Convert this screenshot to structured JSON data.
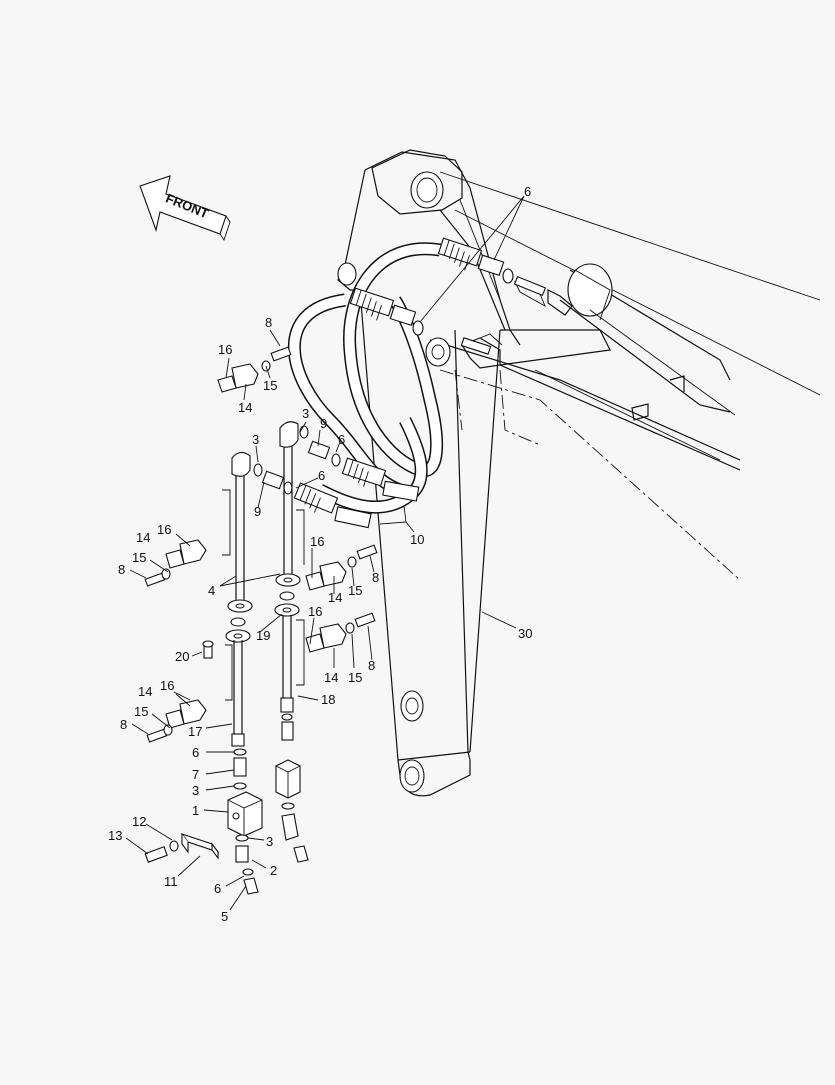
{
  "diagram": {
    "front_label": "FRONT",
    "callouts": [
      {
        "id": "c6a",
        "text": "6"
      },
      {
        "id": "c8a",
        "text": "8"
      },
      {
        "id": "c16a",
        "text": "16"
      },
      {
        "id": "c14a",
        "text": "14"
      },
      {
        "id": "c15a",
        "text": "15"
      },
      {
        "id": "c3a",
        "text": "3"
      },
      {
        "id": "c9a",
        "text": "9"
      },
      {
        "id": "c6b",
        "text": "6"
      },
      {
        "id": "c3b",
        "text": "3"
      },
      {
        "id": "c6c",
        "text": "6"
      },
      {
        "id": "c9b",
        "text": "9"
      },
      {
        "id": "c16b",
        "text": "16"
      },
      {
        "id": "c14b",
        "text": "14"
      },
      {
        "id": "c15b",
        "text": "15"
      },
      {
        "id": "c8b",
        "text": "8"
      },
      {
        "id": "c4",
        "text": "4"
      },
      {
        "id": "c16c",
        "text": "16"
      },
      {
        "id": "c8c",
        "text": "8"
      },
      {
        "id": "c14c",
        "text": "14"
      },
      {
        "id": "c15c",
        "text": "15"
      },
      {
        "id": "c10",
        "text": "10"
      },
      {
        "id": "c16d",
        "text": "16"
      },
      {
        "id": "c19",
        "text": "19"
      },
      {
        "id": "c14d",
        "text": "14"
      },
      {
        "id": "c15d",
        "text": "15"
      },
      {
        "id": "c8d",
        "text": "8"
      },
      {
        "id": "c20",
        "text": "20"
      },
      {
        "id": "c30",
        "text": "30"
      },
      {
        "id": "c14e",
        "text": "14"
      },
      {
        "id": "c16e",
        "text": "16"
      },
      {
        "id": "c18",
        "text": "18"
      },
      {
        "id": "c15e",
        "text": "15"
      },
      {
        "id": "c8e",
        "text": "8"
      },
      {
        "id": "c17",
        "text": "17"
      },
      {
        "id": "c6d",
        "text": "6"
      },
      {
        "id": "c7",
        "text": "7"
      },
      {
        "id": "c3c",
        "text": "3"
      },
      {
        "id": "c1",
        "text": "1"
      },
      {
        "id": "c12",
        "text": "12"
      },
      {
        "id": "c3d",
        "text": "3"
      },
      {
        "id": "c13",
        "text": "13"
      },
      {
        "id": "c2",
        "text": "2"
      },
      {
        "id": "c11",
        "text": "11"
      },
      {
        "id": "c6e",
        "text": "6"
      },
      {
        "id": "c5",
        "text": "5"
      }
    ]
  }
}
